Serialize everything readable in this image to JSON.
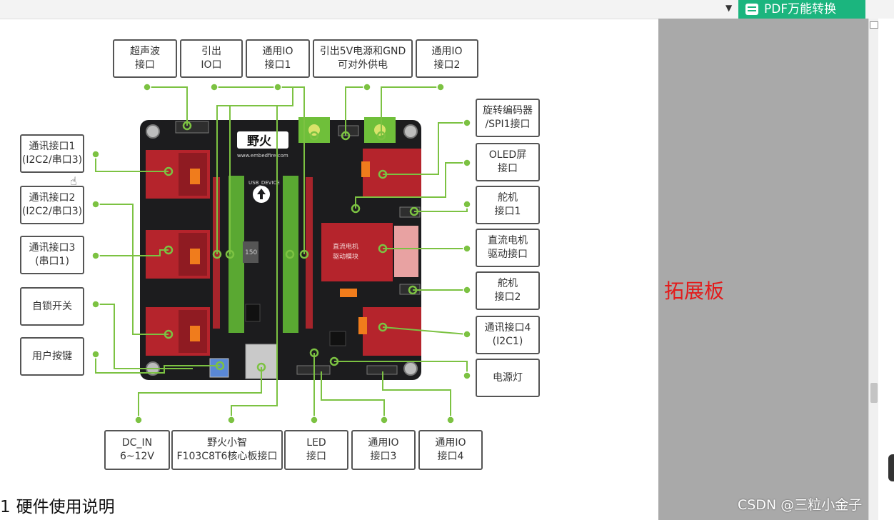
{
  "toolbar": {
    "pdf_button_label": "PDF万能转换"
  },
  "side": {
    "label": "拓展板"
  },
  "doc": {
    "heading_num": "1",
    "heading_text": "硬件使用说明"
  },
  "board": {
    "brand": "野火",
    "url": "www.embedfire.com",
    "usb": "USB_DEVICE",
    "chip": "150",
    "dc_motor": "直流电机\n驱动模块"
  },
  "labels": {
    "ultrasonic": [
      "超声波",
      "接口"
    ],
    "io_out": [
      "引出",
      "IO口"
    ],
    "gpio1": [
      "通用IO",
      "接口1"
    ],
    "power5v": [
      "引出5V电源和GND",
      "可对外供电"
    ],
    "gpio2": [
      "通用IO",
      "接口2"
    ],
    "comm1": [
      "通讯接口1",
      "(I2C2/串口3)"
    ],
    "comm2": [
      "通讯接口2",
      "(I2C2/串口3)"
    ],
    "comm3": [
      "通讯接口3",
      "(串口1)"
    ],
    "selflock": [
      "自锁开关"
    ],
    "userkey": [
      "用户按键"
    ],
    "encoder": [
      "旋转编码器",
      "/SPI1接口"
    ],
    "oled": [
      "OLED屏",
      "接口"
    ],
    "servo1": [
      "舵机",
      "接口1"
    ],
    "dcmotor": [
      "直流电机",
      "驱动接口"
    ],
    "servo2": [
      "舵机",
      "接口2"
    ],
    "comm4": [
      "通讯接口4",
      "(I2C1)"
    ],
    "powerled": [
      "电源灯"
    ],
    "dcin": [
      "DC_IN",
      "6~12V"
    ],
    "core": [
      "野火小智",
      "F103C8T6核心板接口"
    ],
    "led": [
      "LED",
      "接口"
    ],
    "gpio3": [
      "通用IO",
      "接口3"
    ],
    "gpio4": [
      "通用IO",
      "接口4"
    ]
  },
  "watermark": "CSDN @三粒小金子",
  "colors": {
    "accent_green": "#1bb57e",
    "line_green": "#7cc242",
    "side_red": "#e31b1b",
    "board": "#1c1c1e",
    "header_red": "#b5242c"
  }
}
